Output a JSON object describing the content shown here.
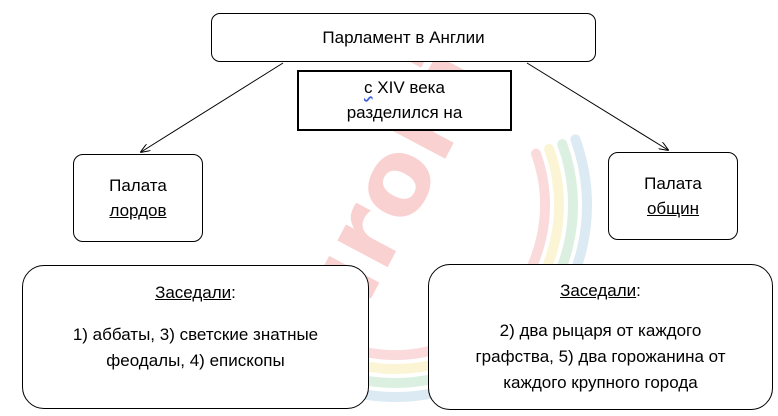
{
  "title": "Парламент в Англии",
  "note": {
    "prefix": "с",
    "rest": " XIV века",
    "line2": "разделился на"
  },
  "lords": {
    "line1": "Палата",
    "line2": "лордов",
    "heading": "Заседали",
    "heading_suffix": ":",
    "line_a": "1) аббаты, 3) светские знатные",
    "line_b": "феодалы, 4) епископы"
  },
  "commons": {
    "line1": "Палата",
    "line2": "общин",
    "heading": "Заседали",
    "heading_suffix": ":",
    "line_a": "2) два рыцаря от каждого",
    "line_b": "графства, 5) два горожанина от",
    "line_c": "каждого крупного города"
  },
  "watermark": {
    "text": "euroki",
    "colors": [
      "#e4201f",
      "#f2c800",
      "#2fa84f",
      "#2a7fc0"
    ]
  }
}
